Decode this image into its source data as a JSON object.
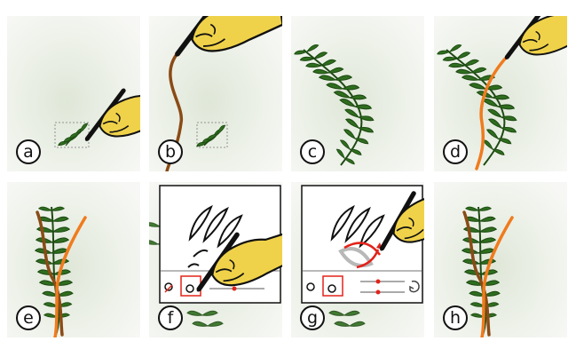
{
  "figure": {
    "panels": [
      {
        "label": "a"
      },
      {
        "label": "b"
      },
      {
        "label": "c"
      },
      {
        "label": "d"
      },
      {
        "label": "e"
      },
      {
        "label": "f"
      },
      {
        "label": "g"
      },
      {
        "label": "h"
      }
    ]
  },
  "colors": {
    "background_wash": "#e4ebdf",
    "foliage": "#2f6d1f",
    "foliage_dark": "#1d4a12",
    "stroke_brown": "#8a4b16",
    "stroke_orange": "#f07b1d",
    "hand": "#f0d24a",
    "pen": "#111111",
    "highlight_red": "#e2231a",
    "ghost_gray": "#b8b8b8"
  },
  "icons": [
    "drawing-hand-icon",
    "fern-stamp-icon",
    "brush-toolbar-icon",
    "slider-icon",
    "reset-icon"
  ]
}
